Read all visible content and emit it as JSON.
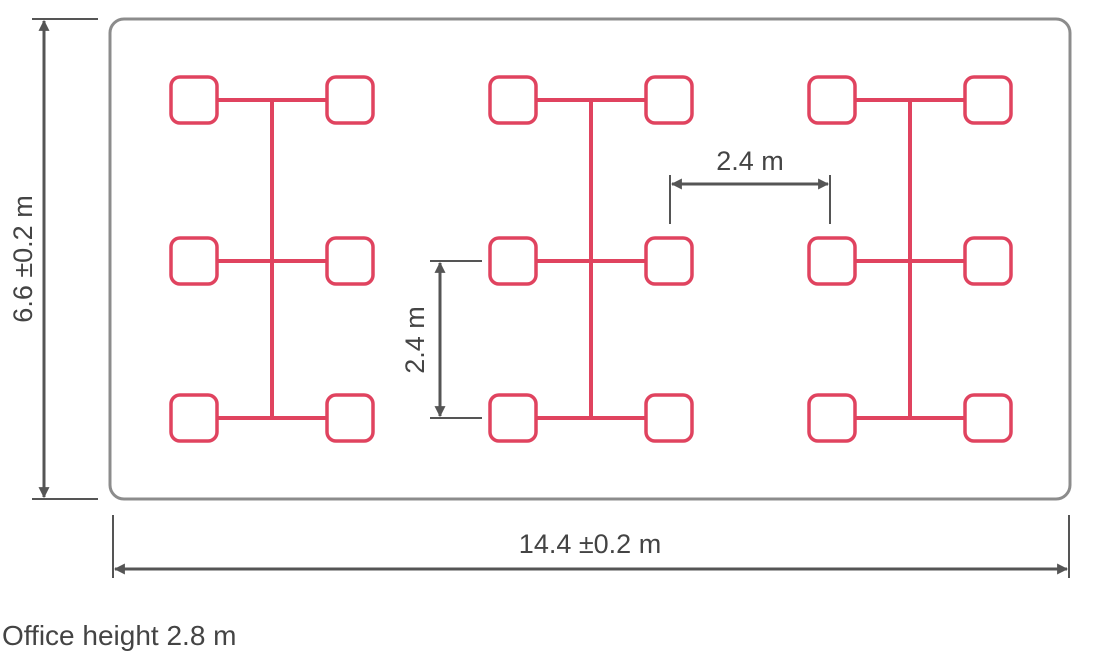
{
  "dimensions": {
    "width_label": "14.4 ±0.2 m",
    "height_label": "6.6 ±0.2 m",
    "desk_spacing_horizontal_label": "2.4 m",
    "desk_spacing_vertical_label": "2.4 m"
  },
  "footer": {
    "office_height": "Office height 2.8 m"
  },
  "layout": {
    "desk_clusters": 3,
    "desks_per_cluster": 6
  },
  "colors": {
    "desk": "#e0435f",
    "room_outline": "#8c8c8c",
    "dimension_line": "#555555",
    "text": "#444444"
  }
}
